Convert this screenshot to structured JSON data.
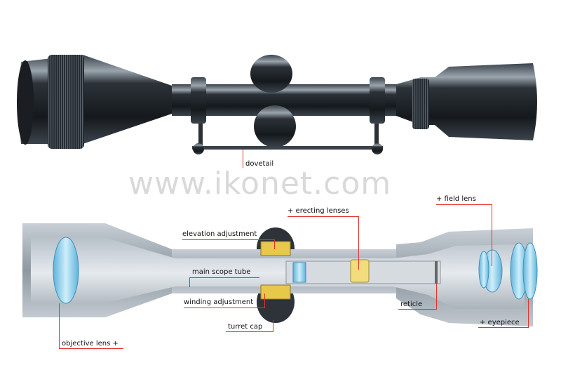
{
  "watermark": "www.ikonet.com",
  "labels": {
    "dovetail": "dovetail",
    "erecting_lenses": "+ erecting lenses",
    "field_lens": "+ field lens",
    "elevation_adjustment": "elevation adjustment",
    "main_scope_tube": "main scope tube",
    "winding_adjustment": "winding adjustment",
    "turret_cap": "turret cap",
    "reticle": "reticle",
    "eyepiece": "+ eyepiece",
    "objective_lens": "objective lens +"
  },
  "colors": {
    "leader_lines": "#e4322b",
    "scope_body": "#1f2429",
    "cutaway_metal": "#9aa3ac",
    "lens_glass": "#7fc8e8",
    "brass_parts": "#e8c84a"
  }
}
